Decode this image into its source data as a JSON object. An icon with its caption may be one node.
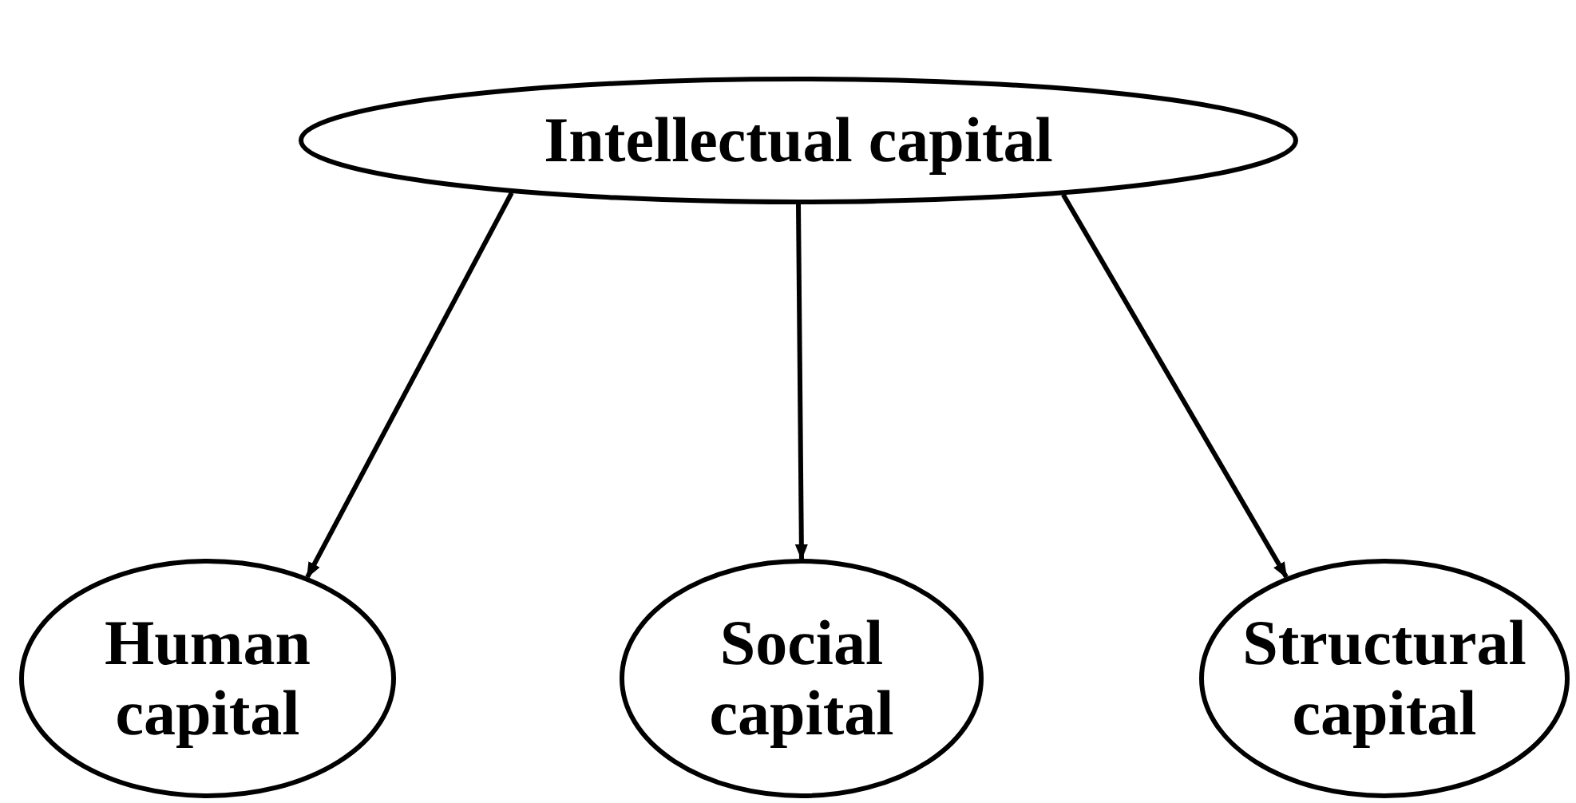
{
  "diagram": {
    "nodes": [
      {
        "text": [
          "Intellectual capital"
        ]
      },
      {
        "text": [
          "Human capital"
        ]
      },
      {
        "text": [
          "Social capital"
        ]
      },
      {
        "text": [
          "Structural capital"
        ]
      }
    ],
    "edges": [
      {
        "from": 0,
        "to": 1,
        "arrow": "to"
      },
      {
        "from": 0,
        "to": 2,
        "arrow": "to"
      },
      {
        "from": 0,
        "to": 3,
        "arrow": "to"
      }
    ]
  }
}
